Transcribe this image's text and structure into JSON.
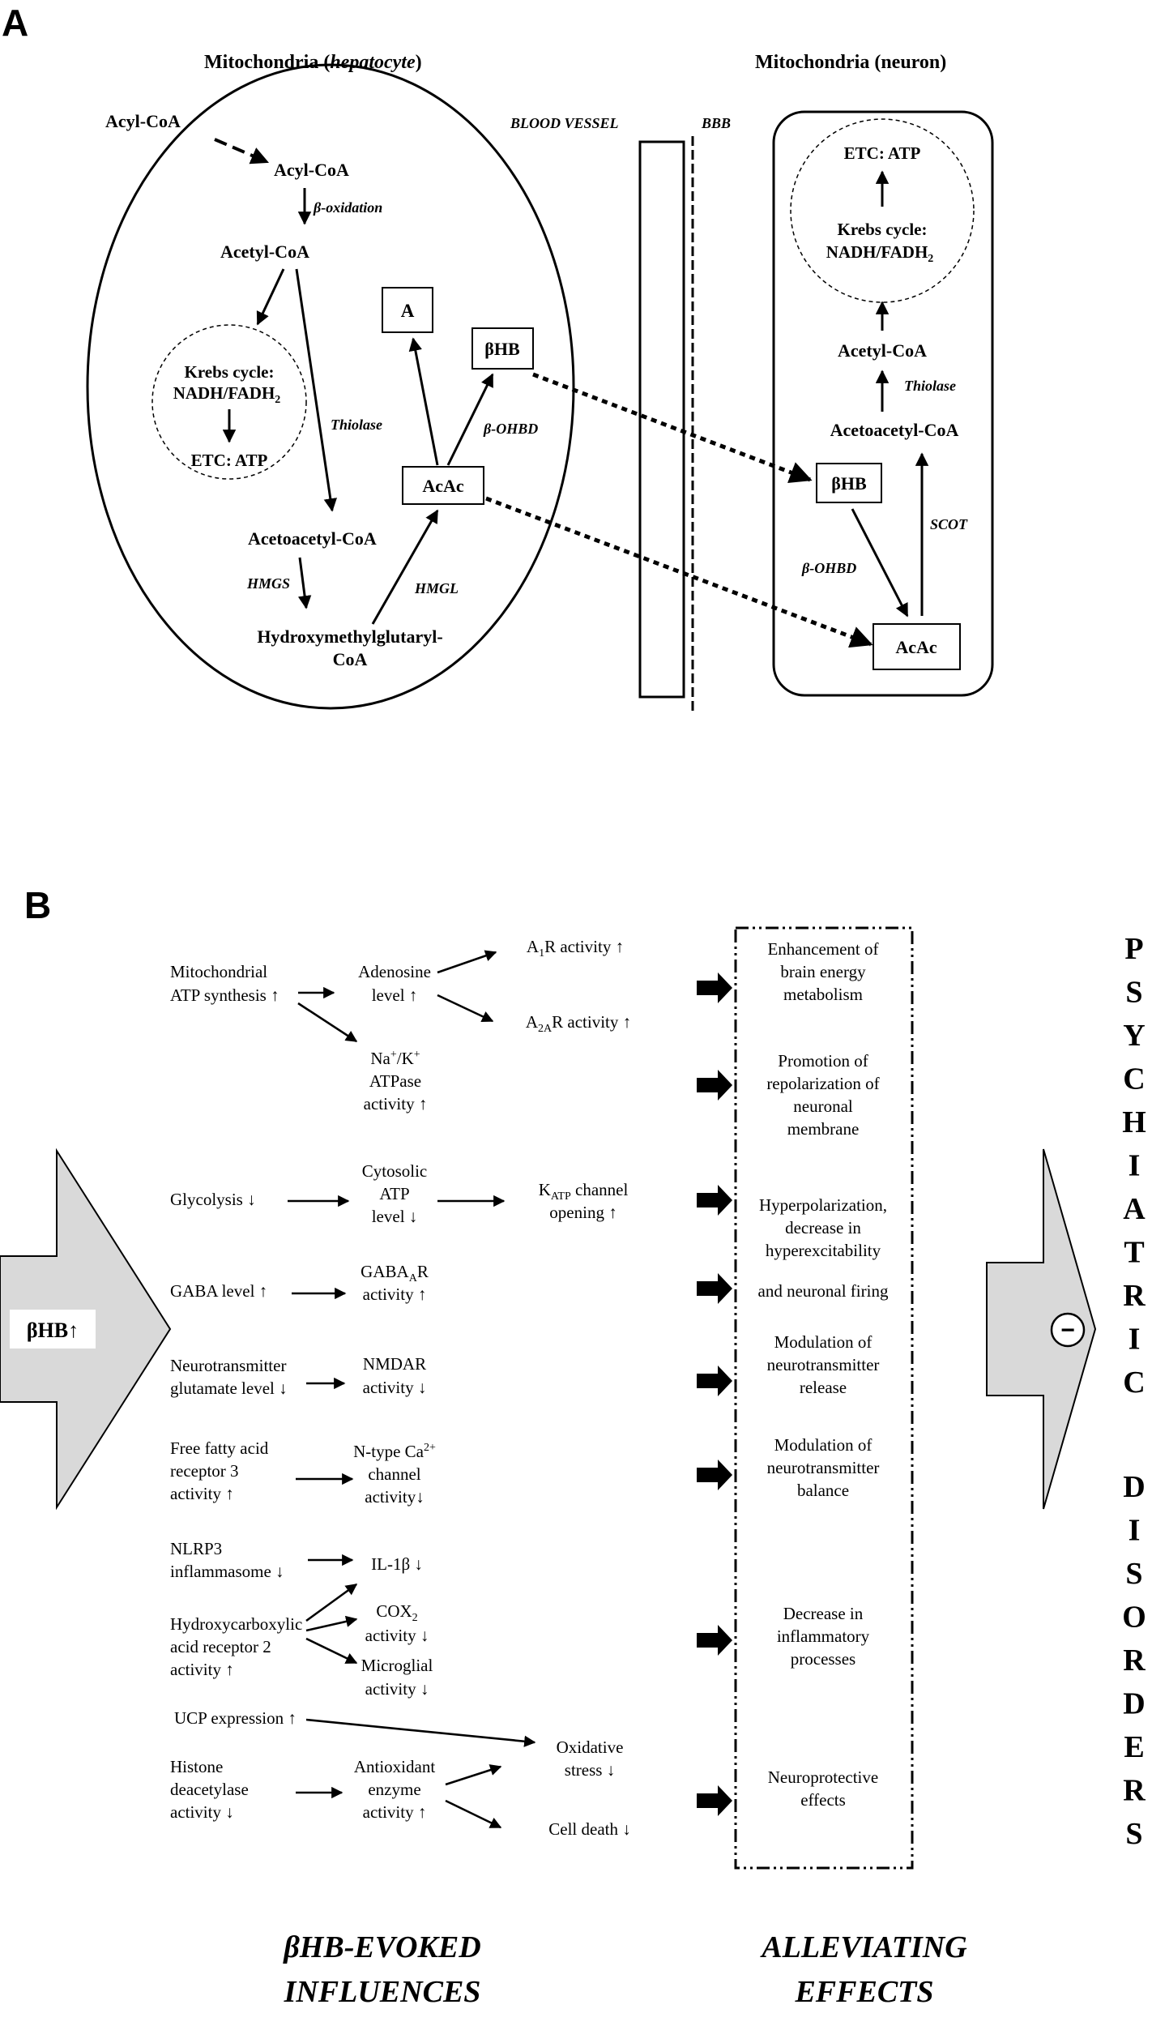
{
  "panelA": {
    "label": "A",
    "hepatocyte": {
      "title_main": "Mitochondria",
      "title_italic": "hepatocyte",
      "acyl_coa_outside": "Acyl-CoA",
      "acyl_coa": "Acyl-CoA",
      "beta_oxidation": "β-oxidation",
      "acetyl_coa": "Acetyl-CoA",
      "krebs_line1": "Krebs cycle:",
      "krebs_line2": "NADH/FADH",
      "krebs_sub": "2",
      "etc": "ETC: ATP",
      "thiolase": "Thiolase",
      "acetoacetyl_coa": "Acetoacetyl-CoA",
      "hmgs": "HMGS",
      "hmg_line1": "Hydroxymethylglutaryl-",
      "hmg_line2": "CoA",
      "hmgl": "HMGL",
      "acac": "AcAc",
      "a_box": "A",
      "bhb": "βHB",
      "beta_ohbd": "β-OHBD"
    },
    "blood_vessel": "BLOOD VESSEL",
    "bbb": "BBB",
    "neuron": {
      "title_main": "Mitochondria",
      "title_paren": "neuron",
      "etc": "ETC: ATP",
      "krebs_line1": "Krebs cycle:",
      "krebs_line2": "NADH/FADH",
      "krebs_sub": "2",
      "acetyl_coa": "Acetyl-CoA",
      "thiolase": "Thiolase",
      "acetoacetyl_coa": "Acetoacetyl-CoA",
      "bhb": "βHB",
      "scot": "SCOT",
      "beta_ohbd": "β-OHBD",
      "acac": "AcAc"
    }
  },
  "panelB": {
    "label": "B",
    "input_label": "βHB↑",
    "minus_sign": "−",
    "vertical_word1": [
      "P",
      "S",
      "Y",
      "C",
      "H",
      "I",
      "A",
      "T",
      "R",
      "I",
      "C"
    ],
    "vertical_word2": [
      "D",
      "I",
      "S",
      "O",
      "R",
      "D",
      "E",
      "R",
      "S"
    ],
    "footer_left_1": "βHB-EVOKED",
    "footer_left_2": "INFLUENCES",
    "footer_right_1": "ALLEVIATING",
    "footer_right_2": "EFFECTS",
    "col1": {
      "mito_1": "Mitochondrial",
      "mito_2": "ATP synthesis ↑",
      "glycolysis": "Glycolysis ↓",
      "gaba": "GABA level ↑",
      "nt_1": "Neurotransmitter",
      "nt_2": "glutamate level ↓",
      "ffa_1": "Free fatty acid",
      "ffa_2": "receptor 3",
      "ffa_3": "activity ↑",
      "nlrp_1": "NLRP3",
      "nlrp_2": "inflammasome  ↓",
      "hcar_1": "Hydroxycarboxylic",
      "hcar_2": "acid receptor 2",
      "hcar_3": "activity ↑",
      "ucp": "UCP  expression ↑",
      "hdac_1": "Histone",
      "hdac_2": "deacetylase",
      "hdac_3": "activity ↓"
    },
    "col2": {
      "adenosine_1": "Adenosine",
      "adenosine_2": "level ↑",
      "na_1_a": "Na",
      "na_1_sup1": "+",
      "na_1_b": "/K",
      "na_1_sup2": "+",
      "na_2": "ATPase",
      "na_3": "activity ↑",
      "cyto_1": "Cytosolic",
      "cyto_2": "ATP",
      "cyto_3": "level ↓",
      "gabaar_1_a": "GABA",
      "gabaar_1_sub": "A",
      "gabaar_1_b": "R",
      "gabaar_2": "activity ↑",
      "nmdar_1": "NMDAR",
      "nmdar_2": "activity ↓",
      "ntype_1_a": "N-type Ca",
      "ntype_1_sup": "2+",
      "ntype_2": "channel",
      "ntype_3": "activity↓",
      "il1b": "IL-1β  ↓",
      "cox_1_a": "COX",
      "cox_1_sub": "2",
      "cox_2": "activity ↓",
      "microglia_1": "Microglial",
      "microglia_2": "activity ↓",
      "antiox_1": "Antioxidant",
      "antiox_2": "enzyme",
      "antiox_3": "activity ↑"
    },
    "col3": {
      "a1r_a": "A",
      "a1r_sub": "1",
      "a1r_b": "R activity ↑",
      "a2ar_a": "A",
      "a2ar_sub": "2A",
      "a2ar_b": "R activity ↑",
      "katp_1_a": "K",
      "katp_1_sub": "ATP",
      "katp_1_b": " channel",
      "katp_2": "opening ↑",
      "oxid_1": "Oxidative",
      "oxid_2": "stress ↓",
      "celldeath": "Cell death ↓"
    },
    "effects": {
      "e1_1": "Enhancement of",
      "e1_2": "brain energy",
      "e1_3": "metabolism",
      "e2_1": "Promotion of",
      "e2_2": "repolarization  of",
      "e2_3": "neuronal",
      "e2_4": "membrane",
      "e3_1": "Hyperpolarization,",
      "e3_2": "decrease in",
      "e3_3": "hyperexcitability",
      "e3_4": "and neuronal firing",
      "e4_1": "Modulation of",
      "e4_2": "neurotransmitter",
      "e4_3": "release",
      "e5_1": "Modulation of",
      "e5_2": "neurotransmitter",
      "e5_3": "balance",
      "e6_1": "Decrease in",
      "e6_2": "inflammatory",
      "e6_3": "processes",
      "e7_1": "Neuroprotective",
      "e7_2": "effects"
    }
  }
}
